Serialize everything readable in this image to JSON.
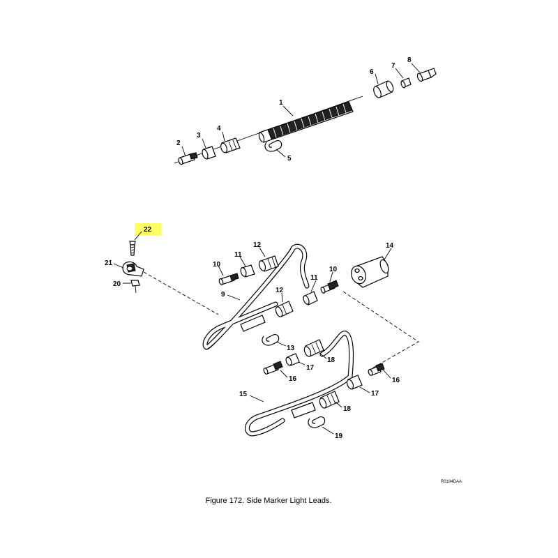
{
  "figure": {
    "caption": "Figure  172.    Side Marker Light Leads.",
    "drawing_code": "R0184DAA",
    "highlight_color": "#ffff66"
  },
  "callouts": {
    "c1": "1",
    "c2": "2",
    "c3": "3",
    "c4": "4",
    "c5": "5",
    "c6": "6",
    "c7": "7",
    "c8": "8",
    "c9": "9",
    "c10a": "10",
    "c10b": "10",
    "c11a": "11",
    "c11b": "11",
    "c12a": "12",
    "c12b": "12",
    "c13": "13",
    "c14": "14",
    "c15": "15",
    "c16a": "16",
    "c16b": "16",
    "c17a": "17",
    "c17b": "17",
    "c18a": "18",
    "c18b": "18",
    "c19": "19",
    "c20": "20",
    "c21": "21",
    "c22": "22"
  }
}
